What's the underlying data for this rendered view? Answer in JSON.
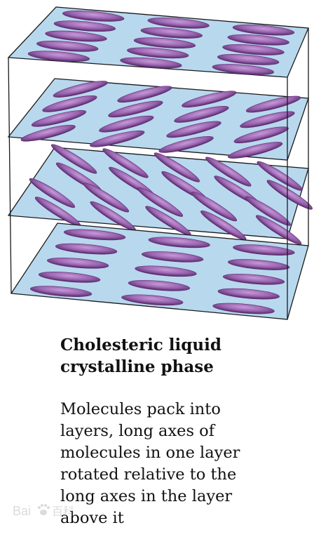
{
  "diagram": {
    "layers": [
      {
        "name": "top-layer",
        "rows": 5,
        "cols": 3,
        "orientation": "horizontal"
      },
      {
        "name": "second-layer",
        "rows": 4,
        "cols": 4,
        "orientation": "slight-diagonal"
      },
      {
        "name": "third-layer",
        "rows": 4,
        "cols": 5,
        "orientation": "steep-diagonal"
      },
      {
        "name": "bottom-layer",
        "rows": 5,
        "cols": 3,
        "orientation": "horizontal"
      }
    ],
    "colors": {
      "plane": "#b8d8ee",
      "molecule_light": "#b98bc9",
      "molecule_dark": "#5e2f72",
      "edge": "#1a1a1a"
    }
  },
  "caption": {
    "title_lines": [
      "Cholesteric liquid",
      "crystalline phase"
    ],
    "body_lines": [
      "Molecules pack into",
      "layers, long axes of",
      "molecules in one layer",
      "rotated relative to the",
      "long axes in the layer",
      "above it"
    ]
  },
  "watermark": {
    "text": "Bai百科",
    "icon": "paw-icon"
  }
}
